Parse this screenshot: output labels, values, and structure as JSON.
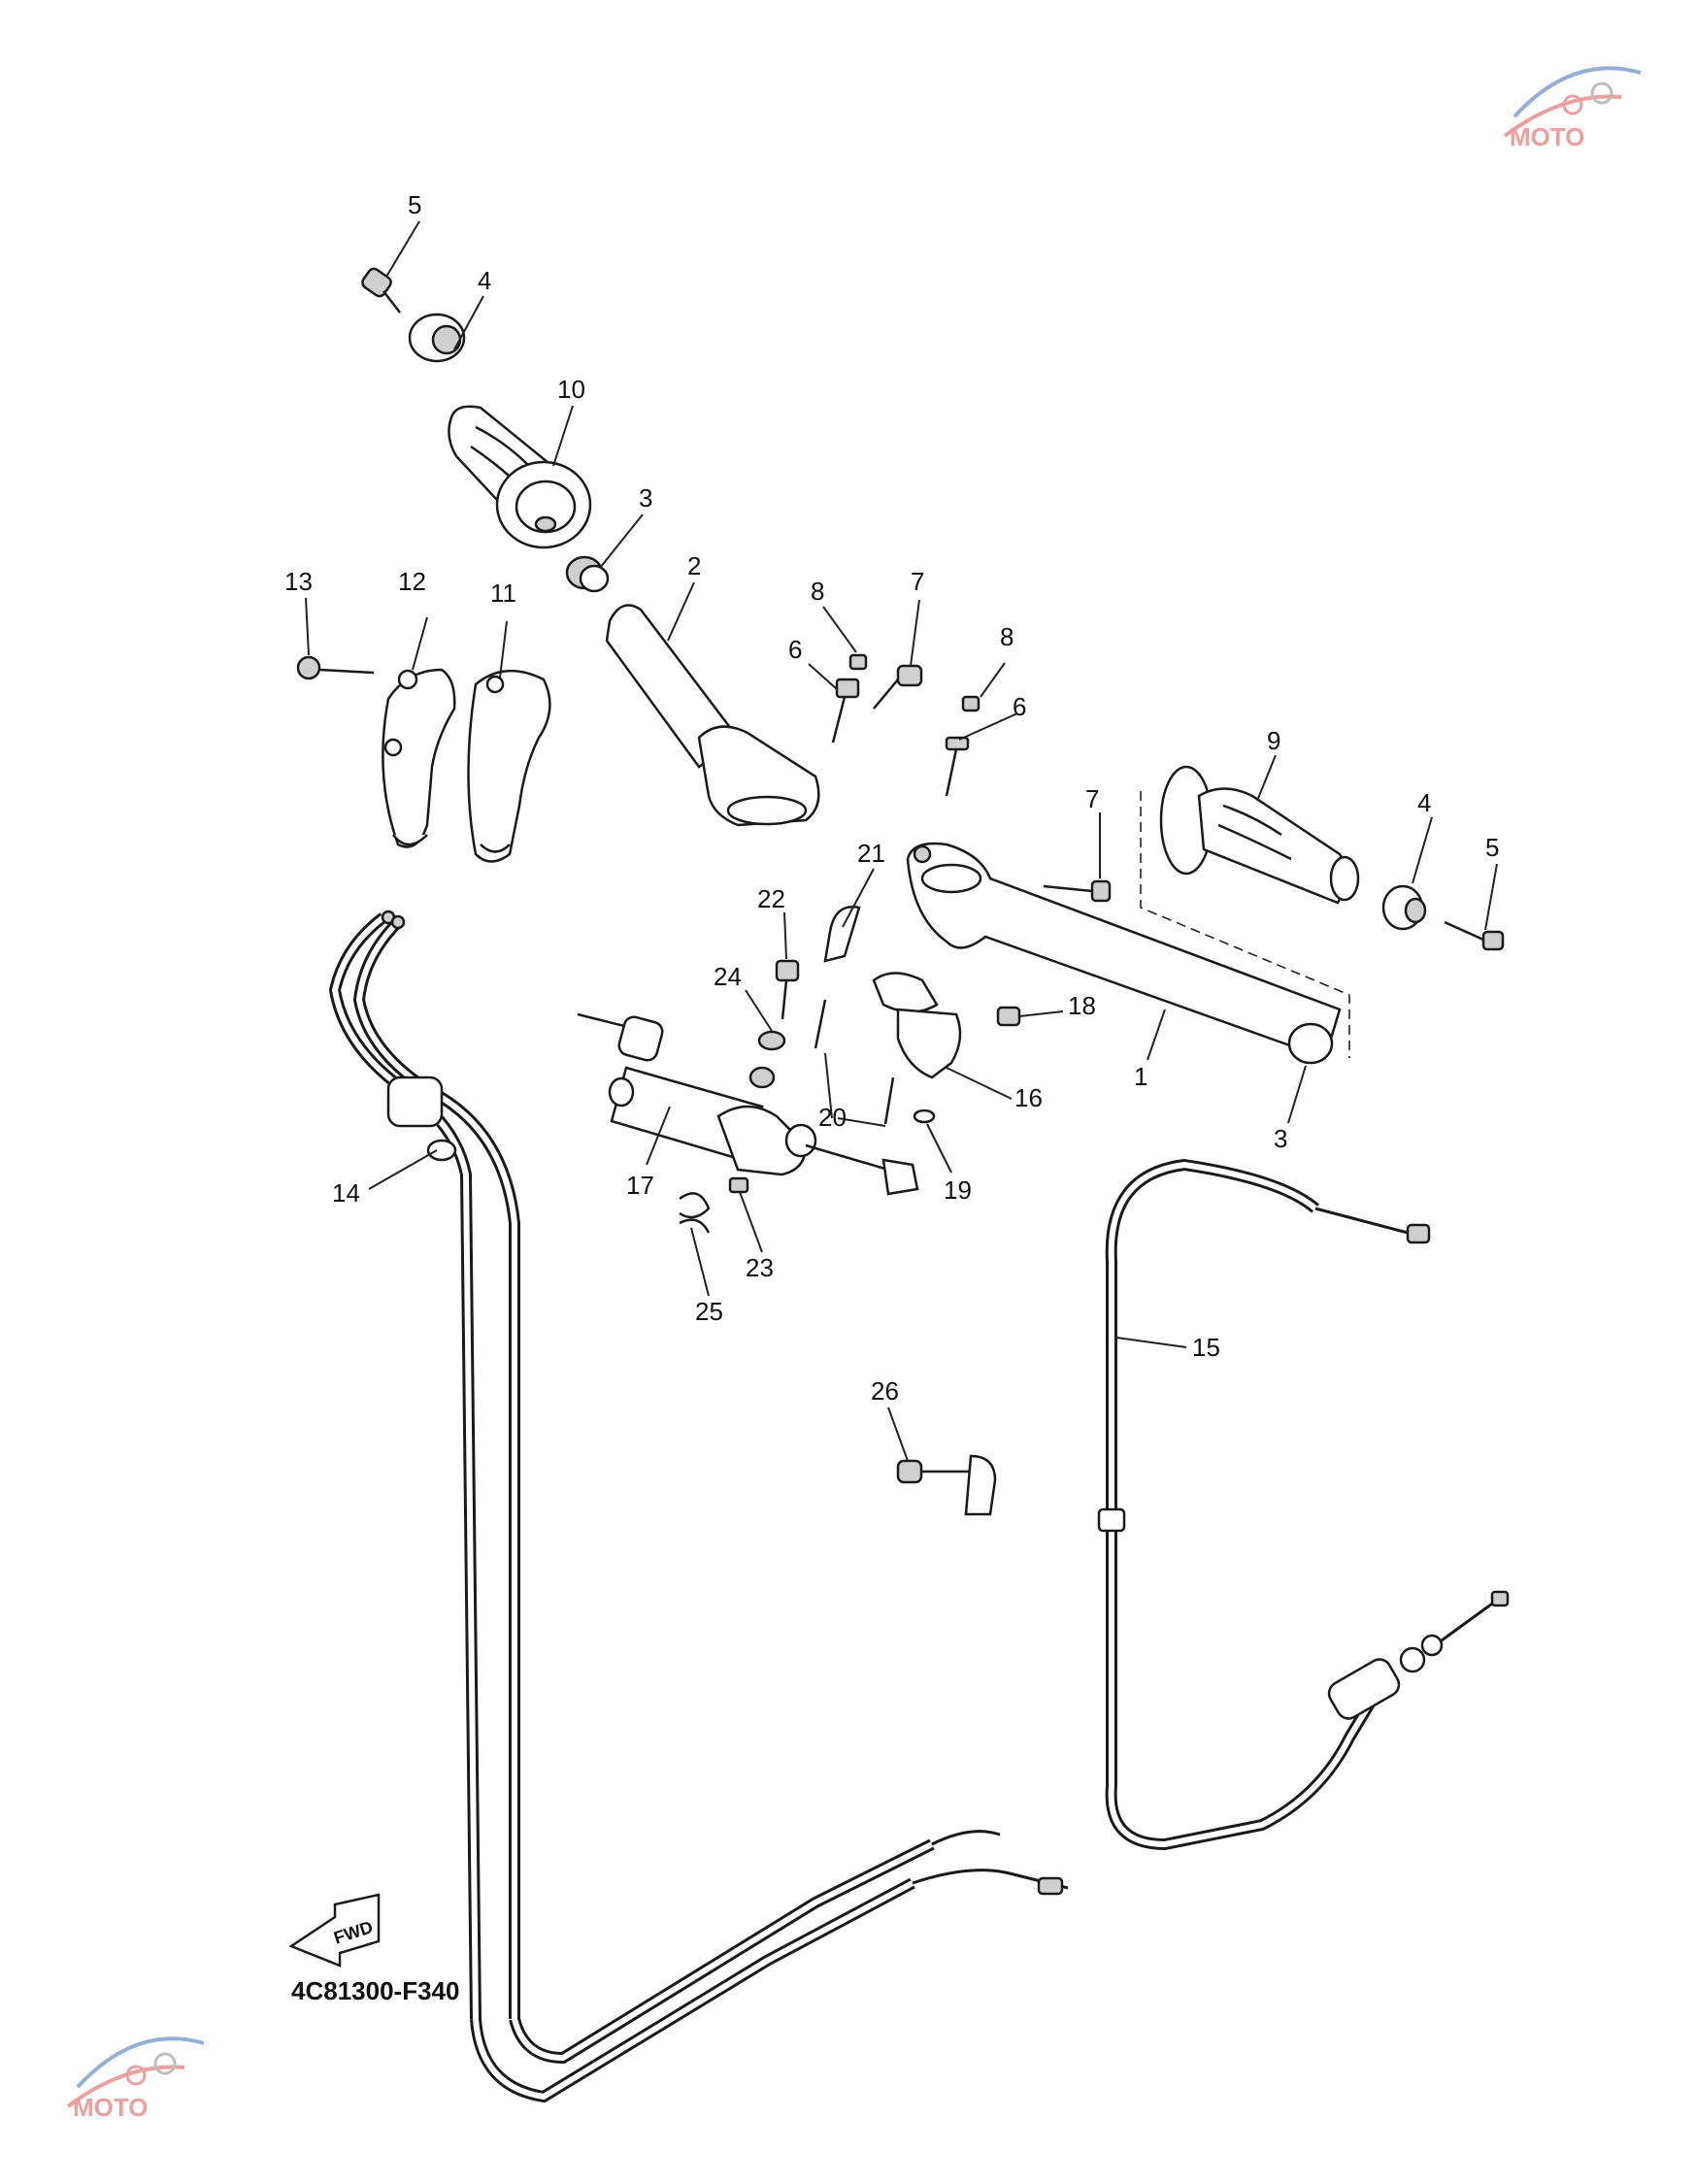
{
  "diagram": {
    "code": "4C81300-F340",
    "fwd_label": "FWD",
    "callouts": [
      {
        "id": "c5a",
        "label": "5"
      },
      {
        "id": "c4a",
        "label": "4"
      },
      {
        "id": "c10",
        "label": "10"
      },
      {
        "id": "c3a",
        "label": "3"
      },
      {
        "id": "c2",
        "label": "2"
      },
      {
        "id": "c13",
        "label": "13"
      },
      {
        "id": "c12",
        "label": "12"
      },
      {
        "id": "c11",
        "label": "11"
      },
      {
        "id": "c8a",
        "label": "8"
      },
      {
        "id": "c7a",
        "label": "7"
      },
      {
        "id": "c6a",
        "label": "6"
      },
      {
        "id": "c8b",
        "label": "8"
      },
      {
        "id": "c6b",
        "label": "6"
      },
      {
        "id": "c9",
        "label": "9"
      },
      {
        "id": "c4b",
        "label": "4"
      },
      {
        "id": "c5b",
        "label": "5"
      },
      {
        "id": "c7b",
        "label": "7"
      },
      {
        "id": "c21",
        "label": "21"
      },
      {
        "id": "c22",
        "label": "22"
      },
      {
        "id": "c24",
        "label": "24"
      },
      {
        "id": "c18",
        "label": "18"
      },
      {
        "id": "c1",
        "label": "1"
      },
      {
        "id": "c16",
        "label": "16"
      },
      {
        "id": "c20",
        "label": "20"
      },
      {
        "id": "c3b",
        "label": "3"
      },
      {
        "id": "c17",
        "label": "17"
      },
      {
        "id": "c19",
        "label": "19"
      },
      {
        "id": "c14",
        "label": "14"
      },
      {
        "id": "c23",
        "label": "23"
      },
      {
        "id": "c25",
        "label": "25"
      },
      {
        "id": "c15",
        "label": "15"
      },
      {
        "id": "c26",
        "label": "26"
      }
    ],
    "colors": {
      "line": "#1a1a1a",
      "background": "#ffffff",
      "watermark_red": "#d9534f",
      "watermark_blue": "#3a6fb5"
    }
  }
}
